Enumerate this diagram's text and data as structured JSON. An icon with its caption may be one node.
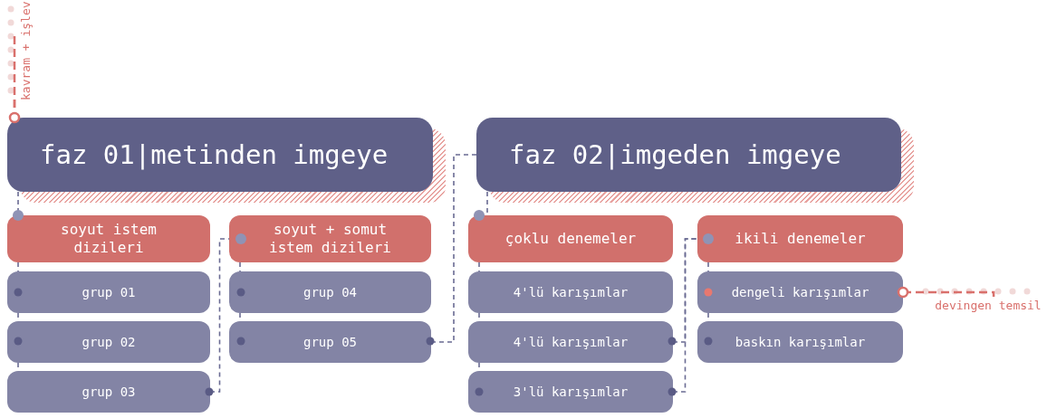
{
  "diagram": {
    "nodes": [
      {
        "text": [
          "faz 01|metinden imgeye"
        ]
      },
      {
        "text": [
          "soyut istem dizileri"
        ]
      },
      {
        "text": [
          "grup 01"
        ]
      },
      {
        "text": [
          "grup 02"
        ]
      },
      {
        "text": [
          "grup 03"
        ]
      },
      {
        "text": [
          "soyut + somut istem dizileri"
        ]
      },
      {
        "text": [
          "grup 04"
        ]
      },
      {
        "text": [
          "grup 05"
        ]
      },
      {
        "text": [
          "faz 02|imgeden imgeye"
        ]
      },
      {
        "text": [
          "çoklu denemeler"
        ]
      },
      {
        "text": [
          "4'lü karışımlar"
        ]
      },
      {
        "text": [
          "4'lü karışımlar"
        ]
      },
      {
        "text": [
          "3'lü karışımlar"
        ]
      },
      {
        "text": [
          "ikili denemeler"
        ]
      },
      {
        "text": [
          "dengeli karışımlar"
        ]
      },
      {
        "text": [
          "baskın karışımlar"
        ]
      },
      {
        "text": [
          "kavram + işlev"
        ]
      },
      {
        "text": [
          "devingen temsil"
        ]
      }
    ],
    "edges": [
      {
        "from": 16,
        "to": 0,
        "arrow": "other",
        "color": "#d9706c"
      },
      {
        "from": 0,
        "to": 1,
        "arrow": "none"
      },
      {
        "from": 1,
        "to": 2,
        "arrow": "none"
      },
      {
        "from": 2,
        "to": 3,
        "arrow": "none"
      },
      {
        "from": 3,
        "to": 4,
        "arrow": "none"
      },
      {
        "from": 4,
        "to": 5,
        "arrow": "none"
      },
      {
        "from": 5,
        "to": 6,
        "arrow": "none"
      },
      {
        "from": 6,
        "to": 7,
        "arrow": "none"
      },
      {
        "from": 7,
        "to": 8,
        "arrow": "none"
      },
      {
        "from": 8,
        "to": 9,
        "arrow": "none"
      },
      {
        "from": 9,
        "to": 10,
        "arrow": "none"
      },
      {
        "from": 10,
        "to": 11,
        "arrow": "none"
      },
      {
        "from": 11,
        "to": 12,
        "arrow": "none"
      },
      {
        "from": 11,
        "to": 13,
        "arrow": "none"
      },
      {
        "from": 12,
        "to": 13,
        "arrow": "none"
      },
      {
        "from": 13,
        "to": 14,
        "arrow": "none"
      },
      {
        "from": 14,
        "to": 15,
        "arrow": "none"
      },
      {
        "from": 14,
        "to": 17,
        "arrow": "other",
        "color": "#d9706c"
      }
    ]
  }
}
